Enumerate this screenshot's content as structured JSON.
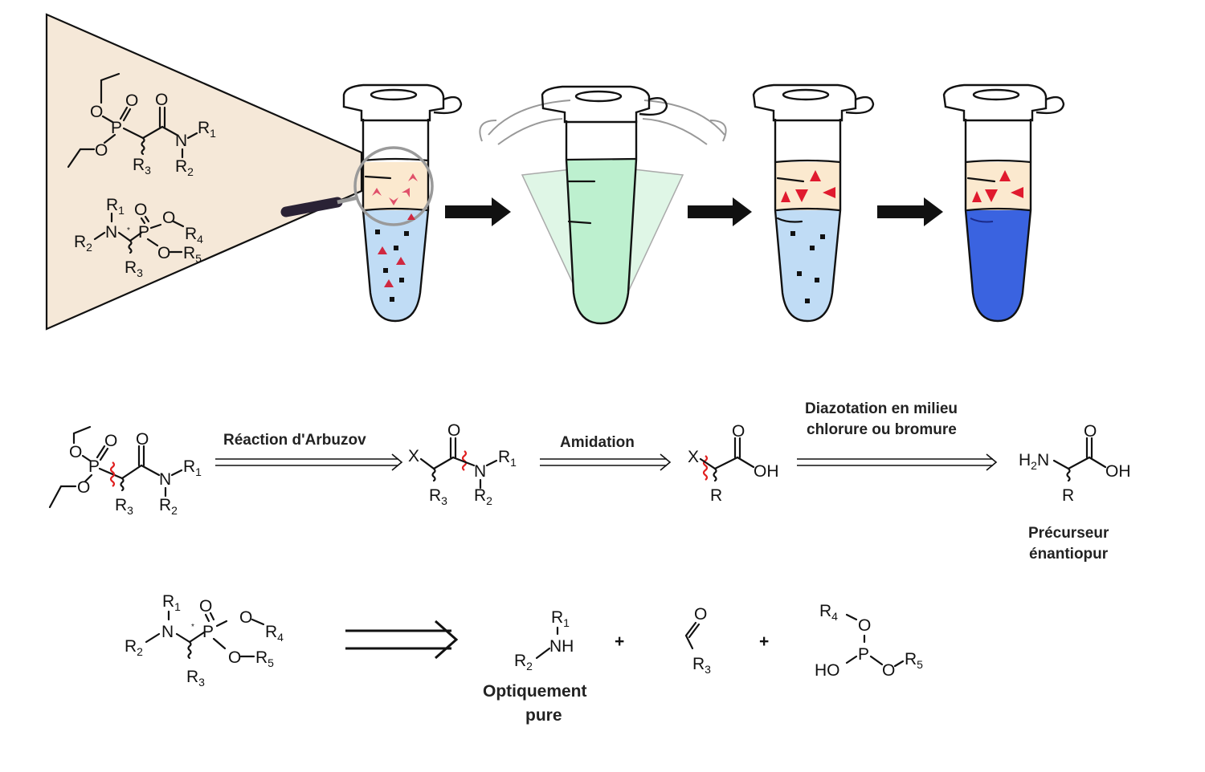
{
  "figure": {
    "panel_top": {
      "magnifier_molecules": [
        {
          "name": "diethyl-phosphonoacetamide",
          "atoms": [
            "O",
            "O",
            "P",
            "O",
            "O",
            "N",
            "R1",
            "R2",
            "R3"
          ]
        },
        {
          "name": "alpha-aminophosphonate",
          "atoms": [
            "R1",
            "N",
            "R2",
            "*",
            "O",
            "P",
            "O",
            "R4",
            "O",
            "R5",
            "R3"
          ]
        }
      ],
      "tubes": [
        {
          "label": "tube-1",
          "layers": [
            "organic-phase-with-catalyst",
            "aqueous-phase-with-substrates"
          ],
          "top_color": "#fbe9cf",
          "bottom_color": "#c0dcf5"
        },
        {
          "label": "tube-2-shaking",
          "layers": [
            "emulsion"
          ],
          "color": "#bdf0cf"
        },
        {
          "label": "tube-3",
          "layers": [
            "organic-phase-with-products",
            "aqueous-phase"
          ],
          "top_color": "#fbe9cf",
          "bottom_color": "#c0dcf5"
        },
        {
          "label": "tube-4",
          "layers": [
            "organic-phase-with-products",
            "colored-aqueous-phase"
          ],
          "top_color": "#fbe9cf",
          "bottom_color": "#3a63e0"
        }
      ]
    },
    "scheme_1": {
      "start": {
        "atoms": {
          "O_top": "O",
          "O1": "O",
          "P": "P",
          "O2": "O",
          "O_carbonyl": "O",
          "N": "N",
          "R1": "R",
          "R1_sub": "1",
          "R2": "R",
          "R2_sub": "2",
          "R3": "R",
          "R3_sub": "3"
        }
      },
      "step1_label": "Réaction d'Arbuzov",
      "intermediate1": {
        "X": "X",
        "O": "O",
        "N": "N",
        "R1": "R",
        "R1_sub": "1",
        "R2": "R",
        "R2_sub": "2",
        "R3": "R",
        "R3_sub": "3"
      },
      "step2_label": "Amidation",
      "intermediate2": {
        "X": "X",
        "O": "O",
        "OH": "OH",
        "R": "R"
      },
      "step3_label_line1": "Diazotation en milieu",
      "step3_label_line2": "chlorure ou bromure",
      "product": {
        "H2N": "H",
        "H2N_sub": "2",
        "N": "N",
        "O": "O",
        "OH": "OH",
        "R": "R"
      },
      "product_caption_line1": "Précurseur",
      "product_caption_line2": "énantiopur"
    },
    "scheme_2": {
      "start": {
        "R1": "R",
        "R1_sub": "1",
        "N": "N",
        "R2": "R",
        "R2_sub": "2",
        "star": "*",
        "O": "O",
        "P": "P",
        "O4": "O",
        "R4": "R",
        "R4_sub": "4",
        "O5": "O",
        "R5": "R",
        "R5_sub": "5",
        "R3": "R",
        "R3_sub": "3"
      },
      "amine": {
        "R1": "R",
        "R1_sub": "1",
        "NH": "NH",
        "R2": "R",
        "R2_sub": "2"
      },
      "amine_caption_line1": "Optiquement",
      "amine_caption_line2": "pure",
      "plus": "+",
      "aldehyde": {
        "O": "O",
        "R3": "R",
        "R3_sub": "3"
      },
      "phosphite": {
        "R4": "R",
        "R4_sub": "4",
        "O_top": "O",
        "P": "P",
        "HO": "HO",
        "O_right": "O",
        "R5": "R",
        "R5_sub": "5"
      }
    },
    "colors": {
      "magnifier_bg": "#f5e8d8",
      "organic_phase": "#fbe9cf",
      "aqueous_light": "#c0dcf5",
      "aqueous_dark": "#3a63e0",
      "emulsion": "#bdf0cf",
      "catalyst_red": "#e0203a",
      "cut_mark": "#e02020"
    }
  }
}
